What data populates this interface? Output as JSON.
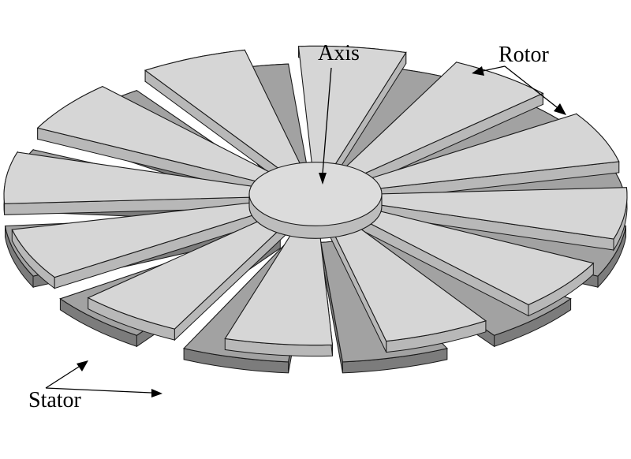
{
  "labels": {
    "axis": "Axis",
    "rotor": "Rotor",
    "stator": "Stator"
  },
  "counts": {
    "rotor_blades": 12,
    "stator_blades": 12
  },
  "colors": {
    "rotor_top": "#d6d6d6",
    "rotor_side": "#b8b8b8",
    "stator_top": "#a2a2a2",
    "stator_side": "#7c7c7c",
    "hub_top": "#dcdcdc",
    "hub_side": "#bdbdbd",
    "outline": "#1a1a1a",
    "background": "#ffffff"
  }
}
